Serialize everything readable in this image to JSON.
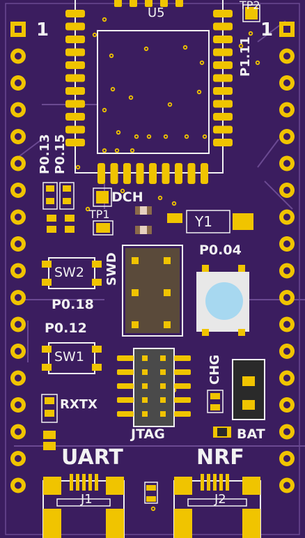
{
  "board": {
    "colors": {
      "substrate": "#3b1d5f",
      "copper": "#f0c400",
      "silkscreen": "#f2f2f2",
      "courtyard": "#6b4a92",
      "led": "#a7d8f0",
      "header_body": "#5a4a3a"
    },
    "labels": {
      "module": "U5",
      "pin1_left": "1",
      "pin1_right": "1",
      "testpoint2": "TP2",
      "p1_11": "P1.11",
      "p0_13": "P0.13",
      "p0_15": "P0.15",
      "dch": "DCH",
      "tp1": "TP1",
      "crystal": "Y1",
      "swd": "SWD",
      "p0_04": "P0.04",
      "sw2": "SW2",
      "p0_18": "P0.18",
      "p0_12": "P0.12",
      "sw1": "SW1",
      "chg": "CHG",
      "rxtx": "RXTX",
      "jtag": "JTAG",
      "bat": "BAT",
      "uart": "UART",
      "nrf": "NRF",
      "j1": "J1",
      "j2": "J2"
    }
  }
}
